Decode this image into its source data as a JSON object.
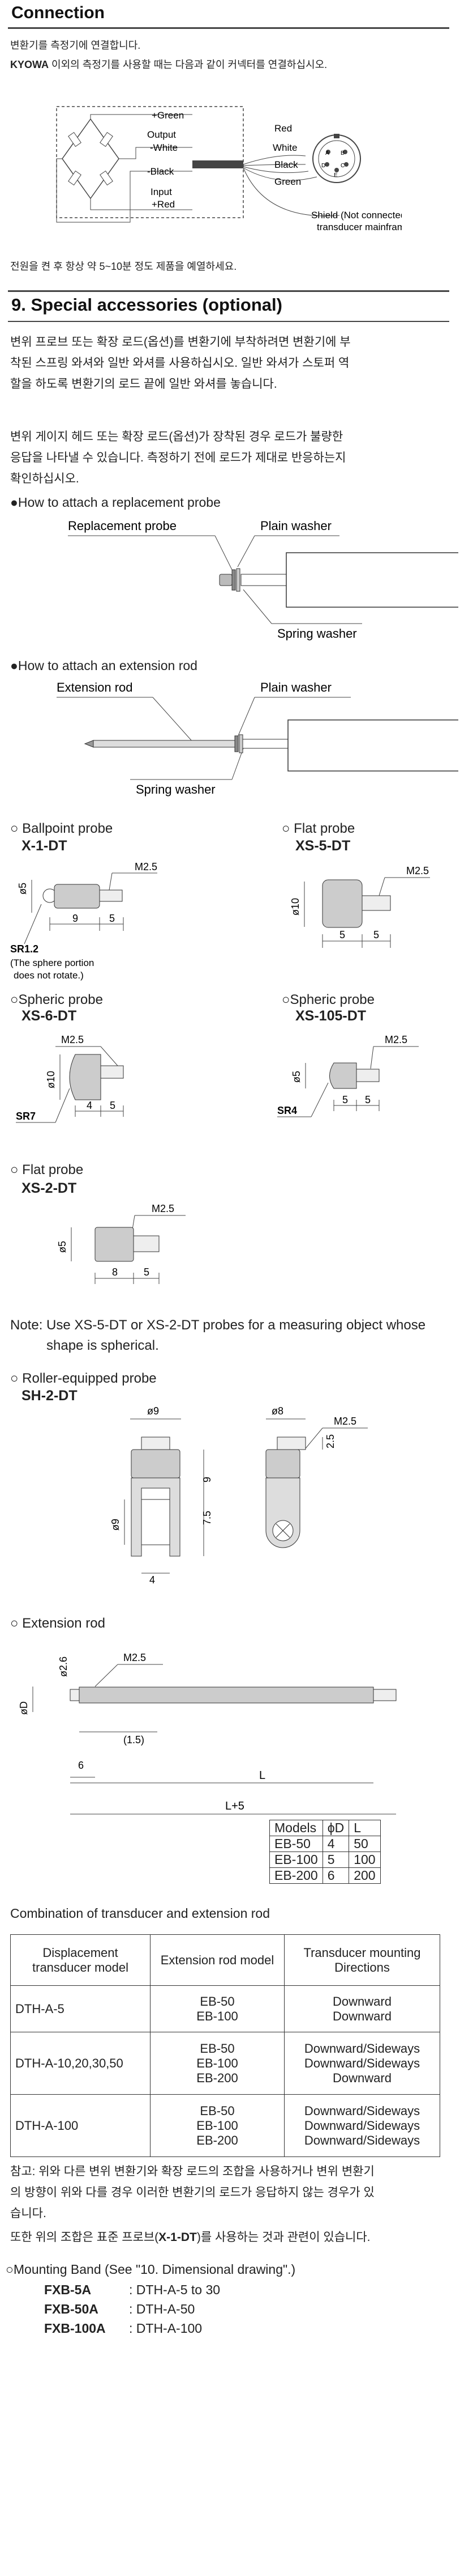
{
  "connection": {
    "title": "Connection",
    "intro": "변환기를 측정기에 연결합니다.",
    "intro2_brand": "KYOWA",
    "intro2_rest": " 이외의 측정기를 사용할 때는 다음과 같이 커넥터를 연결하십시오.",
    "bridge_labels": [
      "+Green",
      "Output",
      "-White",
      "-Black",
      "Input",
      "+Red"
    ],
    "connector_labels": [
      "Red",
      "White",
      "Black",
      "Green"
    ],
    "shield_note": [
      "Shield (Not connected to",
      "transducer mainframe)"
    ],
    "warmup_note": "전원을 켠 후 항상 약 5~10분 정도 제품을 예열하세요."
  },
  "accessories": {
    "title": "9. Special accessories (optional)",
    "para1": [
      "변위 프로브 또는 확장 로드(옵션)를 변환기에 부착하려면 변환기에 부",
      "착된 스프링 와셔와 일반 와셔를 사용하십시오. 일반 와셔가 스토퍼 역",
      "할을 하도록 변환기의 로드 끝에 일반 와셔를 놓습니다."
    ],
    "para2": [
      " 변위 게이지 헤드 또는 확장 로드(옵션)가 장착된 경우 로드가 불량한",
      "응답을 나타낼 수 있습니다. 측정하기 전에 로드가 제대로 반응하는지",
      "확인하십시오."
    ],
    "how_probe": "●How to attach a replacement probe",
    "how_rod": "●How to attach an extension rod",
    "replacement_probe": "Replacement probe",
    "plain_washer": "Plain washer",
    "spring_washer": "Spring washer",
    "extension_rod": "Extension rod"
  },
  "probes": {
    "ballpoint": {
      "name": "○ Ballpoint probe",
      "code": "X-1-DT",
      "m": "M2.5",
      "d": "ø5",
      "dims": [
        "9",
        "5"
      ],
      "sr": "SR1.2",
      "note": [
        "(The sphere portion",
        "does not rotate.)"
      ]
    },
    "flat5": {
      "name": "○ Flat probe",
      "code": "XS-5-DT",
      "m": "M2.5",
      "d": "ø10",
      "dims": [
        "5",
        "5"
      ]
    },
    "spheric6": {
      "name": "○Spheric probe",
      "code": "XS-6-DT",
      "m": "M2.5",
      "d": "ø10",
      "dims": [
        "4",
        "5"
      ],
      "sr": "SR7"
    },
    "spheric105": {
      "name": "○Spheric probe",
      "code": "XS-105-DT",
      "m": "M2.5",
      "d": "ø5",
      "dims": [
        "5",
        "5"
      ],
      "sr": "SR4"
    },
    "flat2": {
      "name": "○ Flat probe",
      "code": "XS-2-DT",
      "m": "M2.5",
      "d": "ø5",
      "dims": [
        "8",
        "5"
      ]
    },
    "note": [
      "Note: Use XS-5-DT or XS-2-DT probes for a measuring object whose",
      "shape is spherical."
    ],
    "roller": {
      "name": "○ Roller-equipped probe",
      "code": "SH-2-DT",
      "dims": [
        "ø9",
        "ø8",
        "M2.5",
        "9",
        "2.5",
        "7.5",
        "ø9",
        "4"
      ]
    }
  },
  "extension": {
    "name": "○ Extension rod",
    "dims": [
      "ø2.6",
      "M2.5",
      "øD",
      "(1.5)",
      "6",
      "L",
      "L+5"
    ],
    "table_headers": [
      "Models",
      "ϕD",
      "L"
    ],
    "table_rows": [
      [
        "EB-50",
        "4",
        "50"
      ],
      [
        "EB-100",
        "5",
        "100"
      ],
      [
        "EB-200",
        "6",
        "200"
      ]
    ]
  },
  "combination": {
    "title": "Combination of transducer and extension rod",
    "headers": [
      "Displacement transducer model",
      "Extension rod model",
      "Transducer mounting Directions"
    ],
    "rows": [
      {
        "model": "DTH-A-5",
        "rods": [
          "EB-50",
          "EB-100"
        ],
        "dirs": [
          "Downward",
          "Downward"
        ]
      },
      {
        "model": "DTH-A-10,20,30,50",
        "rods": [
          "EB-50",
          "EB-100",
          "EB-200"
        ],
        "dirs": [
          "Downward/Sideways",
          "Downward/Sideways",
          "Downward"
        ]
      },
      {
        "model": "DTH-A-100",
        "rods": [
          "EB-50",
          "EB-100",
          "EB-200"
        ],
        "dirs": [
          "Downward/Sideways",
          "Downward/Sideways",
          "Downward/Sideways"
        ]
      }
    ]
  },
  "footer": {
    "note1": [
      "참고: 위와 다른 변위 변환기와 확장 로드의 조합을 사용하거나 변위 변환기",
      "의 방향이 위와 다를 경우 이러한 변환기의 로드가 응답하지 않는 경우가 있",
      "습니다."
    ],
    "note2_a": "또한 위의 조합은 표준 프로브(",
    "note2_b": "X-1-DT",
    "note2_c": ")를 사용하는 것과 관련이 있습니다.",
    "band_title": "○Mounting Band (See \"10. Dimensional drawing\".)",
    "bands": [
      [
        "FXB-5A",
        ": DTH-A-5 to 30"
      ],
      [
        "FXB-50A",
        ": DTH-A-50"
      ],
      [
        "FXB-100A",
        ": DTH-A-100"
      ]
    ]
  }
}
